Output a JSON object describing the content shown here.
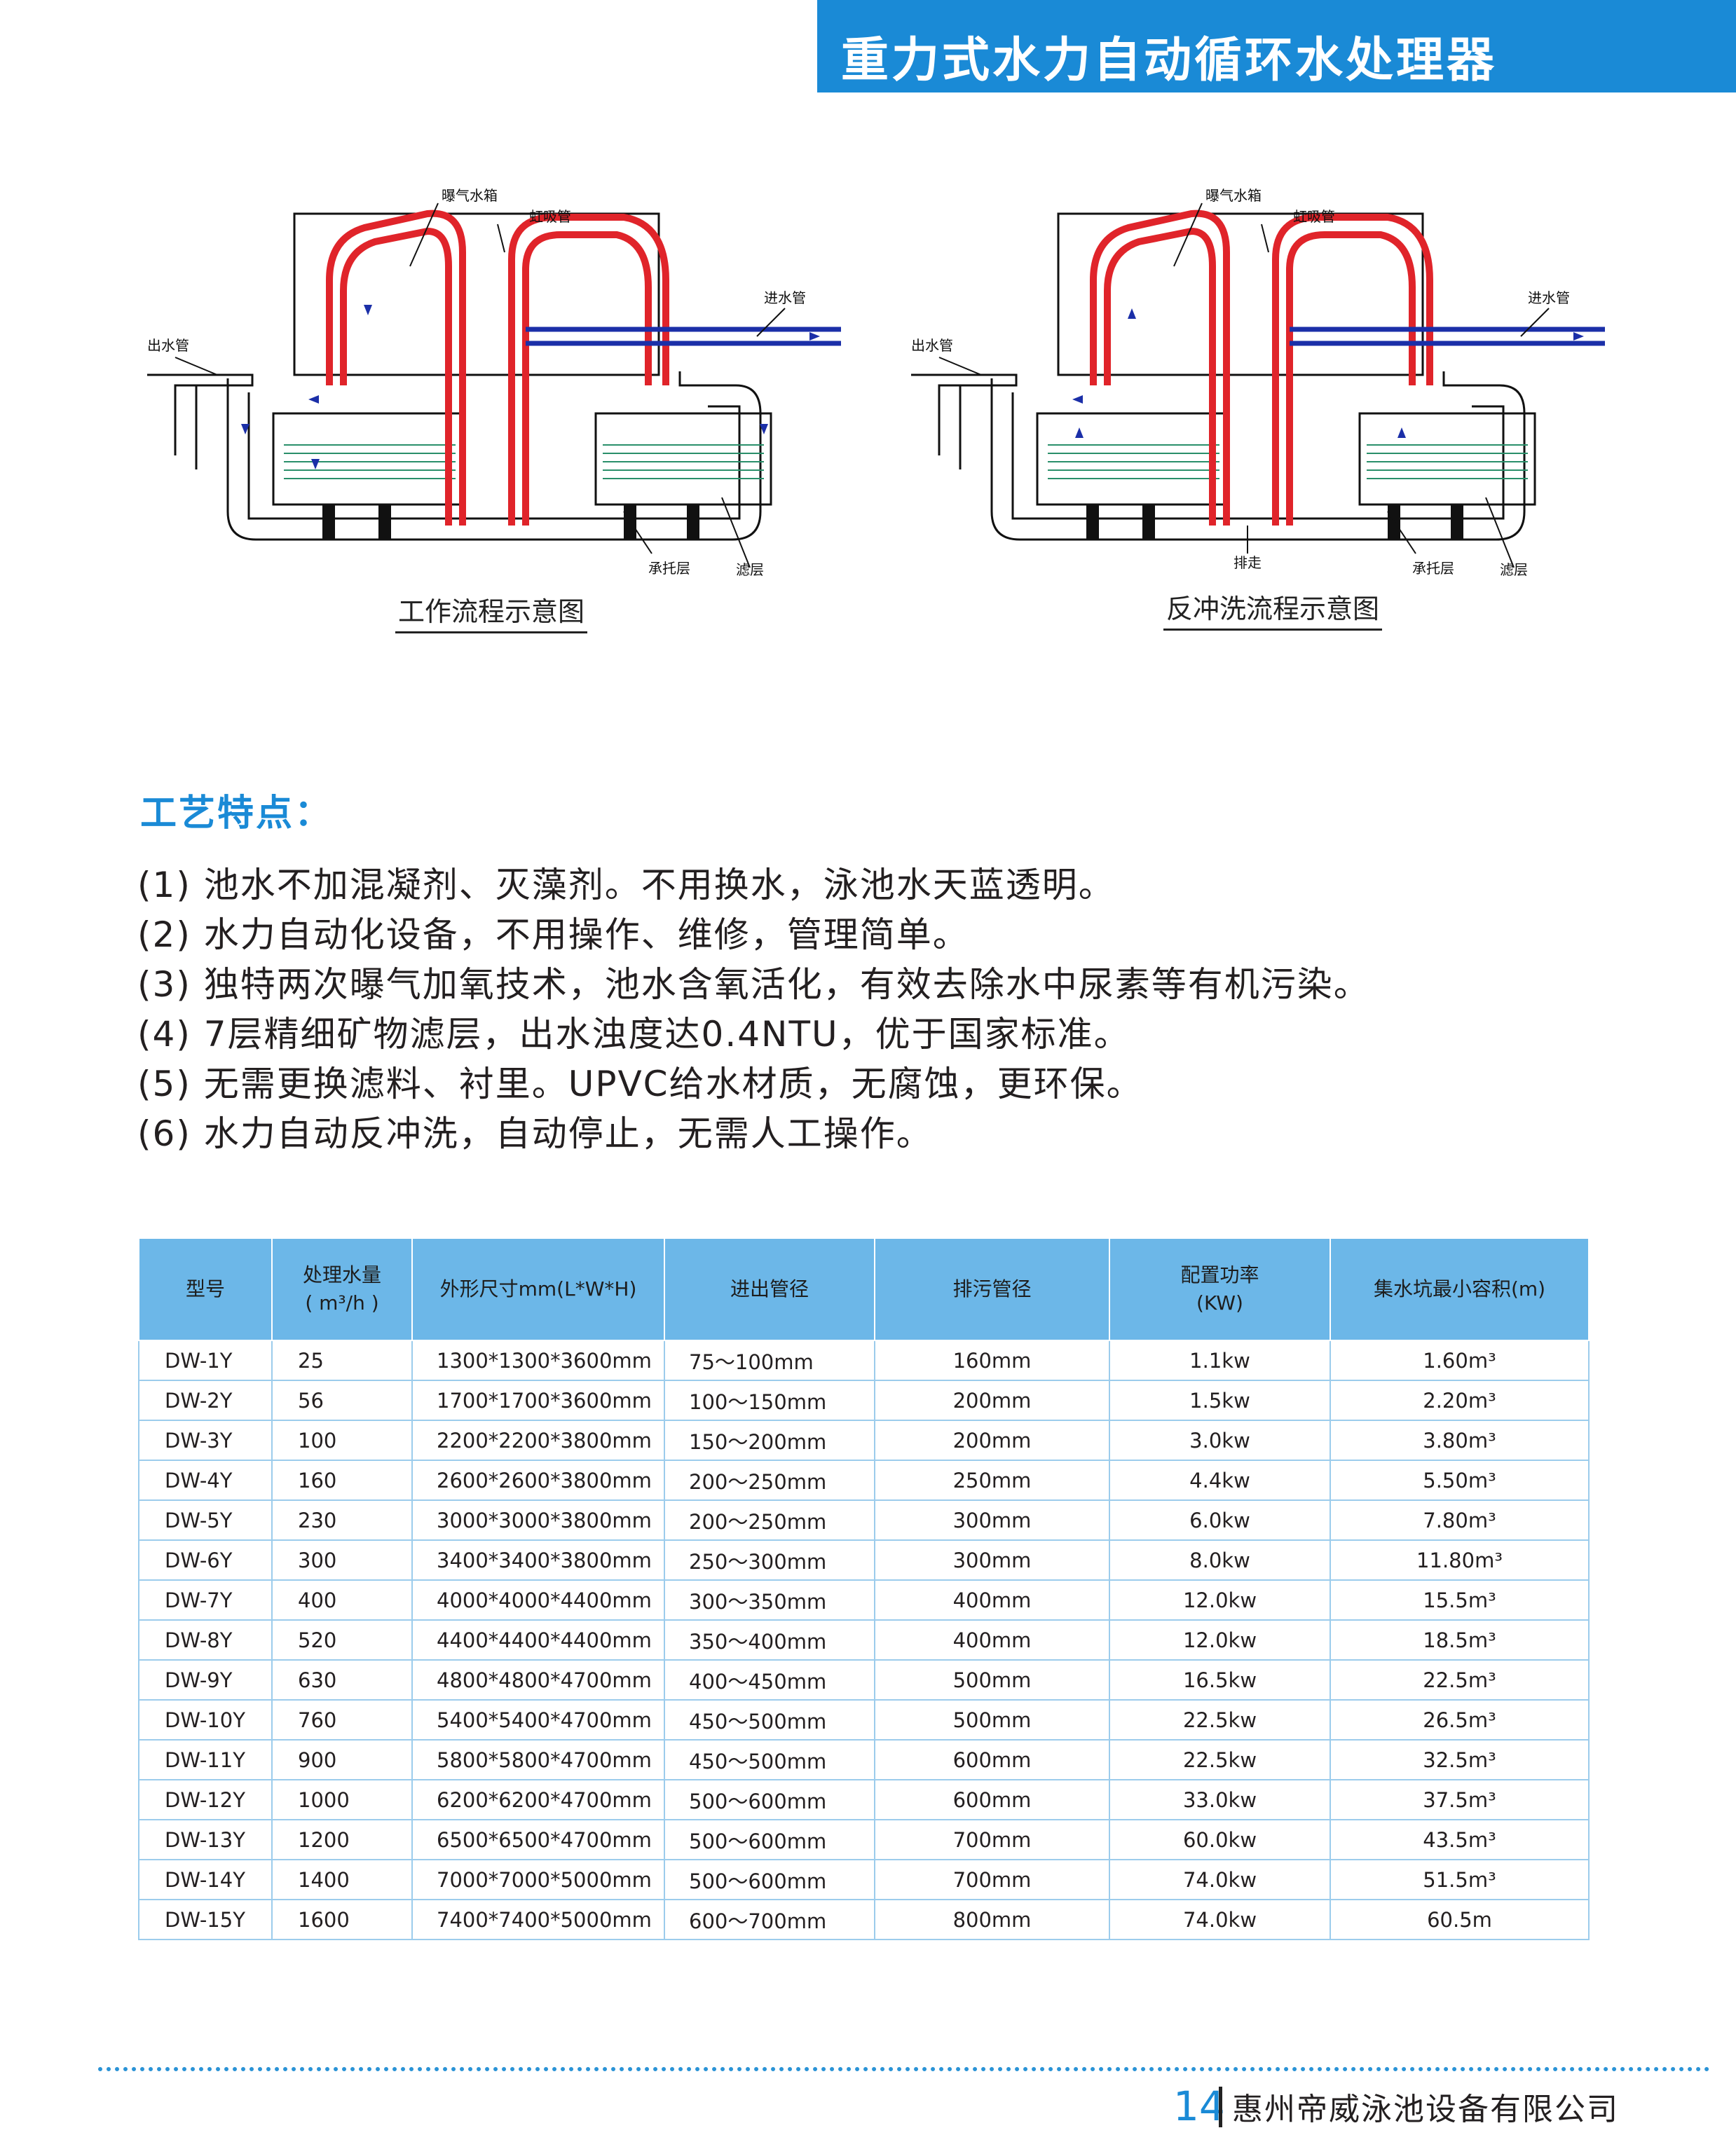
{
  "title": "重力式水力自动循环水处理器",
  "diagrams": [
    {
      "caption": "工作流程示意图",
      "labels": {
        "aeration_tank": "曝气水箱",
        "siphon": "虹吸管",
        "inlet": "进水管",
        "outlet": "出水管",
        "support_layer": "承托层",
        "filter_layer": "滤层"
      }
    },
    {
      "caption": "反冲洗流程示意图",
      "labels": {
        "aeration_tank": "曝气水箱",
        "siphon": "虹吸管",
        "inlet": "进水管",
        "outlet": "出水管",
        "support_layer": "承托层",
        "filter_layer": "滤层",
        "drain": "排走"
      }
    }
  ],
  "colors": {
    "brand": "#1a8ad6",
    "table_header": "#6cb7e8",
    "pipe_red": "#e0242a",
    "pipe_blue": "#1b2fa8"
  },
  "features": {
    "heading": "工艺特点：",
    "items": [
      "(1) 池水不加混凝剂、灭藻剂。不用换水，泳池水天蓝透明。",
      "(2) 水力自动化设备，不用操作、维修，管理简单。",
      "(3) 独特两次曝气加氧技术，池水含氧活化，有效去除水中尿素等有机污染。",
      "(4) 7层精细矿物滤层，出水浊度达0.4NTU，优于国家标准。",
      "(5) 无需更换滤料、衬里。UPVC给水材质，无腐蚀，更环保。",
      "(6) 水力自动反冲洗，自动停止，无需人工操作。"
    ]
  },
  "table": {
    "headers": [
      "型号",
      "处理水量\n( m³/h )",
      "外形尺寸mm(L*W*H)",
      "进出管径",
      "排污管径",
      "配置功率\n(KW)",
      "集水坑最小容积(m)"
    ],
    "rows": [
      [
        "DW-1Y",
        "25",
        "1300*1300*3600mm",
        "75～100mm",
        "160mm",
        "1.1kw",
        "1.60m³"
      ],
      [
        "DW-2Y",
        "56",
        "1700*1700*3600mm",
        "100～150mm",
        "200mm",
        "1.5kw",
        "2.20m³"
      ],
      [
        "DW-3Y",
        "100",
        "2200*2200*3800mm",
        "150～200mm",
        "200mm",
        "3.0kw",
        "3.80m³"
      ],
      [
        "DW-4Y",
        "160",
        "2600*2600*3800mm",
        "200～250mm",
        "250mm",
        "4.4kw",
        "5.50m³"
      ],
      [
        "DW-5Y",
        "230",
        "3000*3000*3800mm",
        "200～250mm",
        "300mm",
        "6.0kw",
        "7.80m³"
      ],
      [
        "DW-6Y",
        "300",
        "3400*3400*3800mm",
        "250～300mm",
        "300mm",
        "8.0kw",
        "11.80m³"
      ],
      [
        "DW-7Y",
        "400",
        "4000*4000*4400mm",
        "300～350mm",
        "400mm",
        "12.0kw",
        "15.5m³"
      ],
      [
        "DW-8Y",
        "520",
        "4400*4400*4400mm",
        "350～400mm",
        "400mm",
        "12.0kw",
        "18.5m³"
      ],
      [
        "DW-9Y",
        "630",
        "4800*4800*4700mm",
        "400～450mm",
        "500mm",
        "16.5kw",
        "22.5m³"
      ],
      [
        "DW-10Y",
        "760",
        "5400*5400*4700mm",
        "450～500mm",
        "500mm",
        "22.5kw",
        "26.5m³"
      ],
      [
        "DW-11Y",
        "900",
        "5800*5800*4700mm",
        "450～500mm",
        "600mm",
        "22.5kw",
        "32.5m³"
      ],
      [
        "DW-12Y",
        "1000",
        "6200*6200*4700mm",
        "500～600mm",
        "600mm",
        "33.0kw",
        "37.5m³"
      ],
      [
        "DW-13Y",
        "1200",
        "6500*6500*4700mm",
        "500～600mm",
        "700mm",
        "60.0kw",
        "43.5m³"
      ],
      [
        "DW-14Y",
        "1400",
        "7000*7000*5000mm",
        "500～600mm",
        "700mm",
        "74.0kw",
        "51.5m³"
      ],
      [
        "DW-15Y",
        "1600",
        "7400*7400*5000mm",
        "600～700mm",
        "800mm",
        "74.0kw",
        "60.5m"
      ]
    ]
  },
  "footer": {
    "page_number": "14",
    "company": "惠州帝威泳池设备有限公司"
  }
}
